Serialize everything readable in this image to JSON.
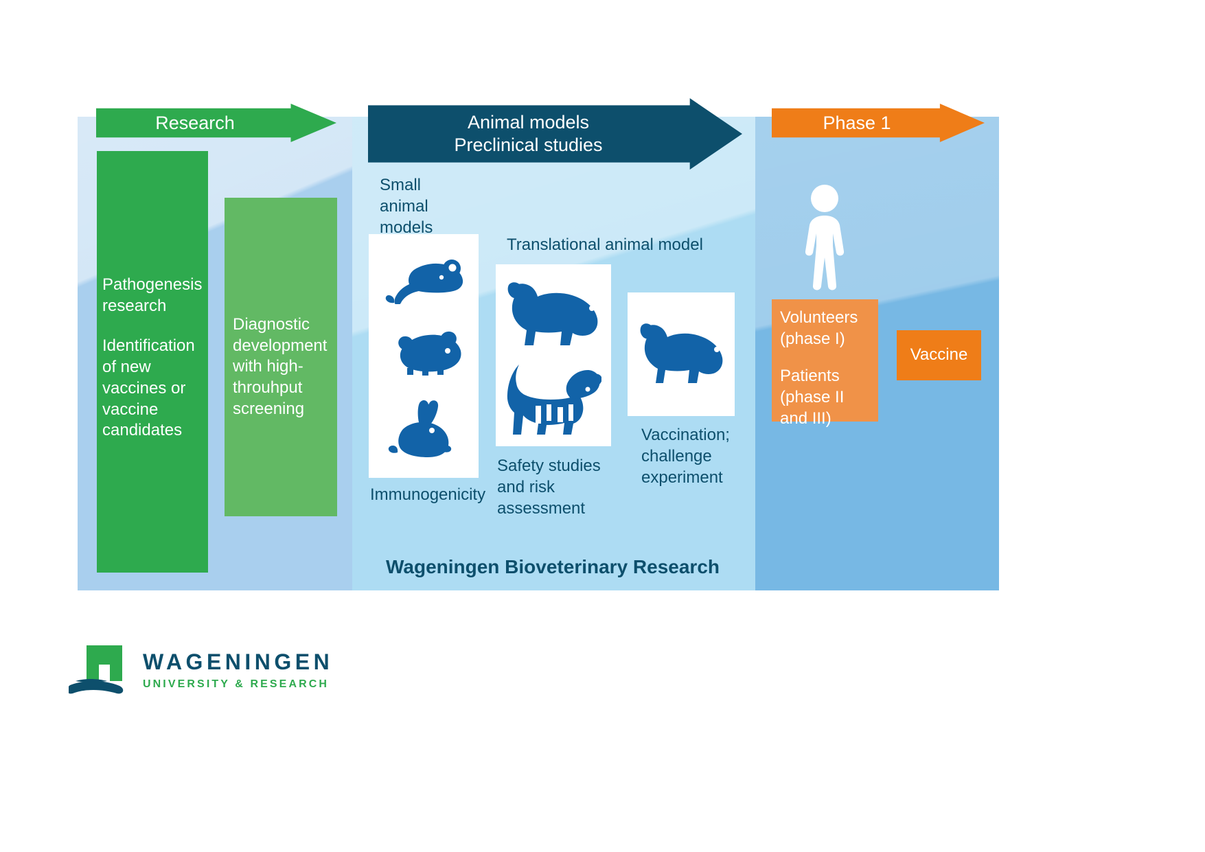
{
  "colors": {
    "green": "#2eaa4e",
    "light_green": "#62b964",
    "navy": "#0d4f6c",
    "orange": "#ef7d18",
    "light_orange": "#f09248",
    "panel_blue_left": "#a9cfee",
    "panel_blue_mid": "#addcf3",
    "panel_blue_right": "#77b8e4",
    "animal_blue": "#1263a8"
  },
  "arrows": [
    {
      "id": "research",
      "label": "Research"
    },
    {
      "id": "preclinical",
      "line1": "Animal models",
      "line2": "Preclinical studies"
    },
    {
      "id": "phase1",
      "label": "Phase 1"
    }
  ],
  "research_stage": {
    "pathogenesis_box": {
      "para1": "Pathogenesis research",
      "para2": "Identification of new vaccines or vaccine candidates"
    },
    "diagnostic_box": {
      "para1": "Diagnostic development with high-throuhput screening"
    }
  },
  "preclinical_stage": {
    "small_animal_label": "Small animal models",
    "translational_label": "Translational animal model",
    "captions": {
      "immunogenicity": "Immunogenicity",
      "safety": "Safety studies and risk assessment",
      "vaccination": "Vaccination; challenge experiment"
    },
    "animals": {
      "small": [
        "mouse-icon",
        "guinea-pig-icon",
        "rabbit-icon"
      ],
      "large": [
        "pig-icon",
        "cow-icon"
      ],
      "pig_panel": [
        "pig-icon"
      ]
    }
  },
  "clinical_stage": {
    "human_icon": "human-figure-icon",
    "volunteers_box": {
      "para1": "Volunteers (phase I)",
      "para2": "Patients (phase II and III)"
    },
    "vaccine_box": {
      "label": "Vaccine"
    }
  },
  "organisation_caption": "Wageningen Bioveterinary Research",
  "logo": {
    "mark": "wageningen-logo-mark",
    "title": "WAGENINGEN",
    "subtitle": "UNIVERSITY & RESEARCH"
  }
}
